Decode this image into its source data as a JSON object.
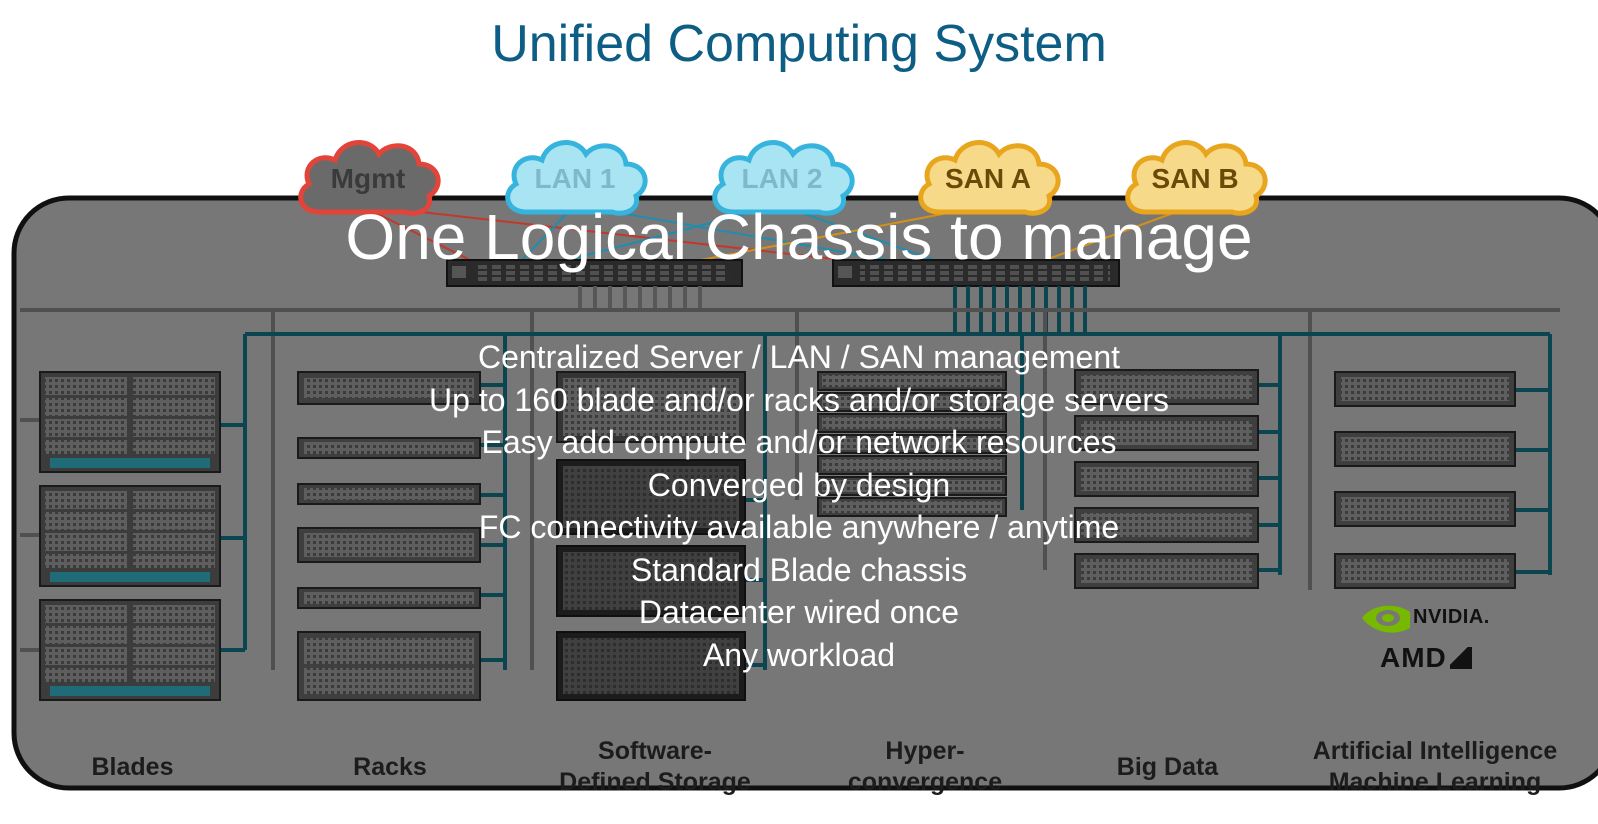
{
  "title": "Unified Computing System",
  "clouds": [
    {
      "label": "Mgmt",
      "fill": "#6a6a6a",
      "stroke": "#e2443a",
      "text": "#3a3a3a"
    },
    {
      "label": "LAN 1",
      "fill": "#a9e4f3",
      "stroke": "#37b4dd",
      "text": "#7fb8c8"
    },
    {
      "label": "LAN 2",
      "fill": "#a9e4f3",
      "stroke": "#37b4dd",
      "text": "#7fb8c8"
    },
    {
      "label": "SAN A",
      "fill": "#f7d98a",
      "stroke": "#e8a51e",
      "text": "#6b4a08"
    },
    {
      "label": "SAN B",
      "fill": "#f7d98a",
      "stroke": "#e8a51e",
      "text": "#6b4a08"
    }
  ],
  "headline": "One Logical Chassis to manage",
  "bullets": [
    "Centralized Server / LAN / SAN management",
    "Up to 160 blade and/or racks and/or storage servers",
    "Easy add compute and/or network resources",
    "Converged by design",
    "FC connectivity available anywhere / anytime",
    "Standard Blade chassis",
    "Datacenter wired once",
    "Any workload"
  ],
  "categories": {
    "blades": "Blades",
    "racks": "Racks",
    "sds_line1": "Software-",
    "sds_line2": "Defined Storage",
    "hci_line1": "Hyper-",
    "hci_line2": "convergence",
    "bigdata": "Big Data",
    "ai_line1": "Artificial Intelligence",
    "ai_line2": "Machine Learning"
  },
  "logos": {
    "nvidia": "NVIDIA.",
    "amd": "AMD"
  },
  "colors": {
    "chassis": "#777777",
    "wire": "#0b4550",
    "title": "#0e5d84",
    "nvidia_green": "#76b900"
  }
}
